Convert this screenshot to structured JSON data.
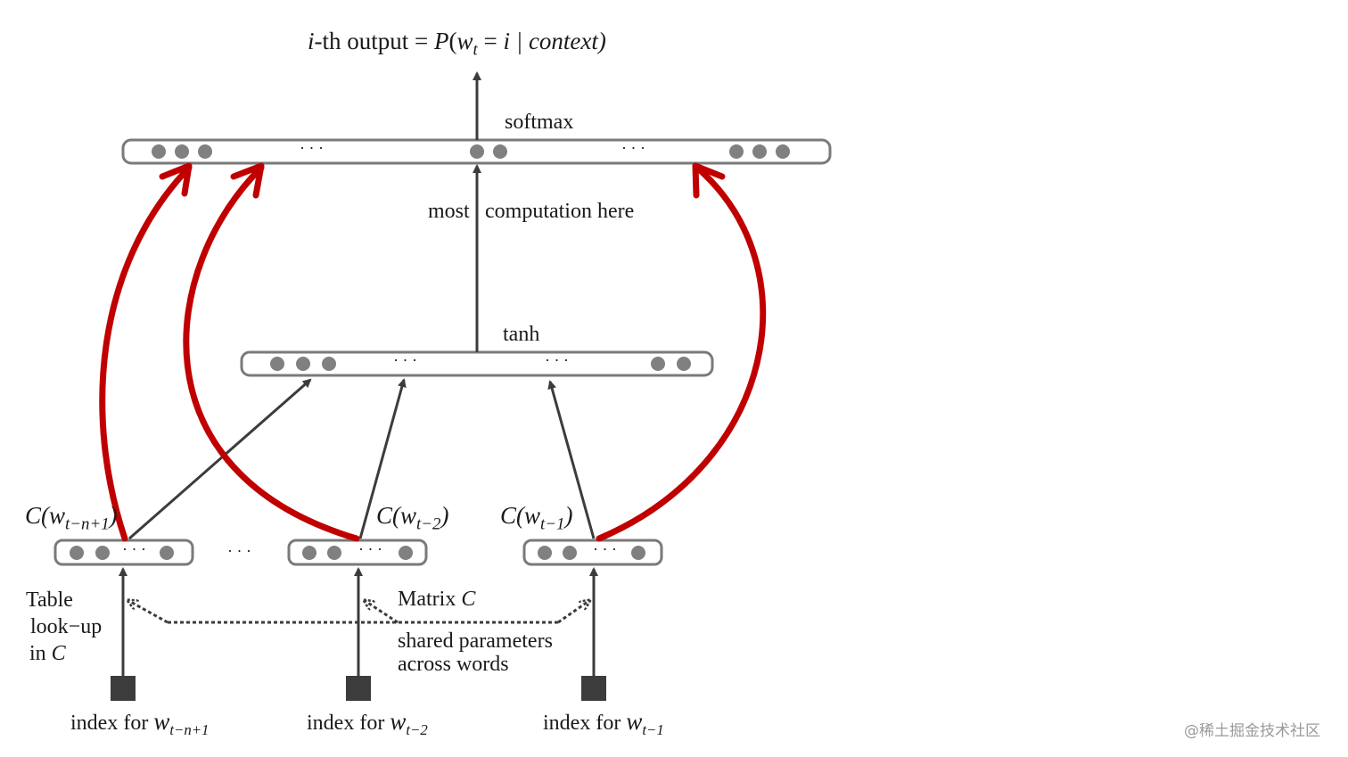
{
  "title": {
    "prefix": "i",
    "middle": "-th output = ",
    "p": "P",
    "w": "w",
    "t": "t",
    "eq": " = ",
    "i": "i",
    "ctx": " | context)"
  },
  "layers": {
    "softmax_label": "softmax",
    "computation_label_a": "most",
    "computation_label_b": "computation here",
    "tanh_label": "tanh",
    "ellipsis": "· · ·"
  },
  "embeddings": [
    {
      "c": "C(w",
      "sub": "t−n+1",
      "close": ")"
    },
    {
      "c": "C(w",
      "sub": "t−2",
      "close": ")"
    },
    {
      "c": "C(w",
      "sub": "t−1",
      "close": ")"
    }
  ],
  "indices": [
    {
      "text": "index for ",
      "w": "w",
      "sub": "t−n+1"
    },
    {
      "text": "index for ",
      "w": "w",
      "sub": "t−2"
    },
    {
      "text": "index for ",
      "w": "w",
      "sub": "t−1"
    }
  ],
  "lookup": {
    "line1": "Table",
    "line2": "look−up",
    "line3_prefix": "in ",
    "line3_c": "C"
  },
  "matrix": {
    "prefix": "Matrix ",
    "c": "C",
    "shared1": "shared parameters",
    "shared2": "across words"
  },
  "watermark": "@稀土掘金技术社区",
  "colors": {
    "red_arrow": "#c00000",
    "node": "#808080",
    "box_stroke": "#7a7a7a",
    "arrow_dark": "#3c3c3c"
  }
}
